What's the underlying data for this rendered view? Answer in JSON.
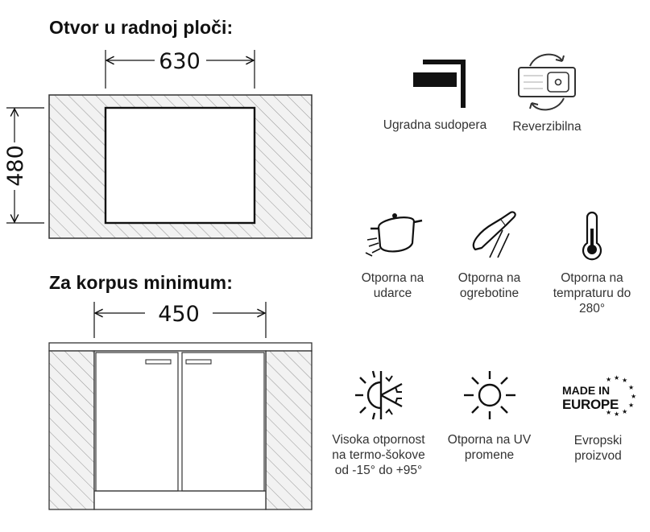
{
  "cutout": {
    "title": "Otvor u radnoj ploči:",
    "width_label": "630",
    "height_label": "480"
  },
  "cabinet": {
    "title": "Za korpus minimum:",
    "width_label": "450"
  },
  "features": [
    {
      "icon": "built-in-sink-icon",
      "label": "Ugradna sudopera"
    },
    {
      "icon": "reversible-sink-icon",
      "label": "Reverzibilna"
    },
    {
      "icon": "pot-impact-icon",
      "label": "Otporna na\nudarce"
    },
    {
      "icon": "knife-icon",
      "label": "Otporna na\nogrebotine"
    },
    {
      "icon": "thermometer-icon",
      "label": "Otporna na\ntempraturu do\n280°"
    },
    {
      "icon": "sun-snowflake-icon",
      "label": "Visoka otpornost\nna termo-šokove\nod -15° do +95°"
    },
    {
      "icon": "sun-icon",
      "label": "Otporna na UV\npromene"
    },
    {
      "icon": "made-in-europe-icon",
      "label": "Evropski\nproizvod",
      "badge_line1": "MADE IN",
      "badge_line2": "EUROPE"
    }
  ]
}
